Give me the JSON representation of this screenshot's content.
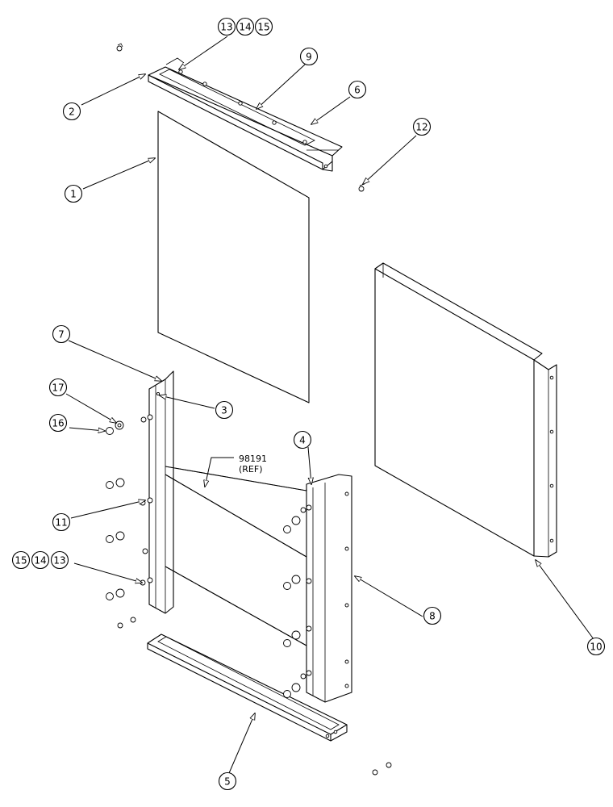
{
  "callouts": [
    {
      "id": "c13a",
      "label": "13"
    },
    {
      "id": "c14a",
      "label": "14"
    },
    {
      "id": "c15a",
      "label": "15"
    },
    {
      "id": "c9",
      "label": "9"
    },
    {
      "id": "c6",
      "label": "6"
    },
    {
      "id": "c2",
      "label": "2"
    },
    {
      "id": "c12",
      "label": "12"
    },
    {
      "id": "c1",
      "label": "1"
    },
    {
      "id": "c7",
      "label": "7"
    },
    {
      "id": "c3",
      "label": "3"
    },
    {
      "id": "c17",
      "label": "17"
    },
    {
      "id": "c16",
      "label": "16"
    },
    {
      "id": "c4",
      "label": "4"
    },
    {
      "id": "c11",
      "label": "11"
    },
    {
      "id": "c15b",
      "label": "15"
    },
    {
      "id": "c14b",
      "label": "14"
    },
    {
      "id": "c13b",
      "label": "13"
    },
    {
      "id": "c8",
      "label": "8"
    },
    {
      "id": "c10",
      "label": "10"
    },
    {
      "id": "c5",
      "label": "5"
    }
  ],
  "reference": {
    "part_number": "98191",
    "note": "(REF)"
  }
}
